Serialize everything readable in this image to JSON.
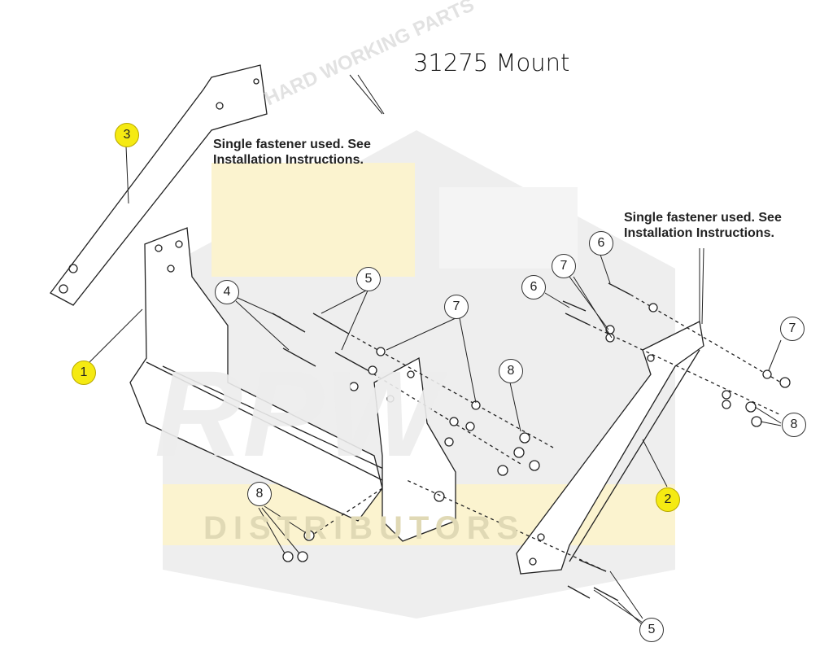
{
  "title": "31275 Mount",
  "notes": [
    "Single fastener used. See Installation Instructions.",
    "Single fastener used. See Installation Instructions."
  ],
  "watermark": {
    "top": "HARD WORKING PARTS",
    "logo": "RPW",
    "bottom": "DISTRIBUTORS"
  },
  "callouts": [
    {
      "label": "3",
      "highlight": true
    },
    {
      "label": "1",
      "highlight": true
    },
    {
      "label": "2",
      "highlight": true
    },
    {
      "label": "4",
      "highlight": false
    },
    {
      "label": "5",
      "highlight": false
    },
    {
      "label": "7",
      "highlight": false
    },
    {
      "label": "8",
      "highlight": false
    },
    {
      "label": "6",
      "highlight": false
    },
    {
      "label": "7",
      "highlight": false
    },
    {
      "label": "6",
      "highlight": false
    },
    {
      "label": "7",
      "highlight": false
    },
    {
      "label": "8",
      "highlight": false
    },
    {
      "label": "8",
      "highlight": false
    },
    {
      "label": "5",
      "highlight": false
    }
  ],
  "colors": {
    "highlight": "#f5ea12",
    "watermark_yellow": "#fbf3cf",
    "watermark_gray": "#eeeeee"
  }
}
